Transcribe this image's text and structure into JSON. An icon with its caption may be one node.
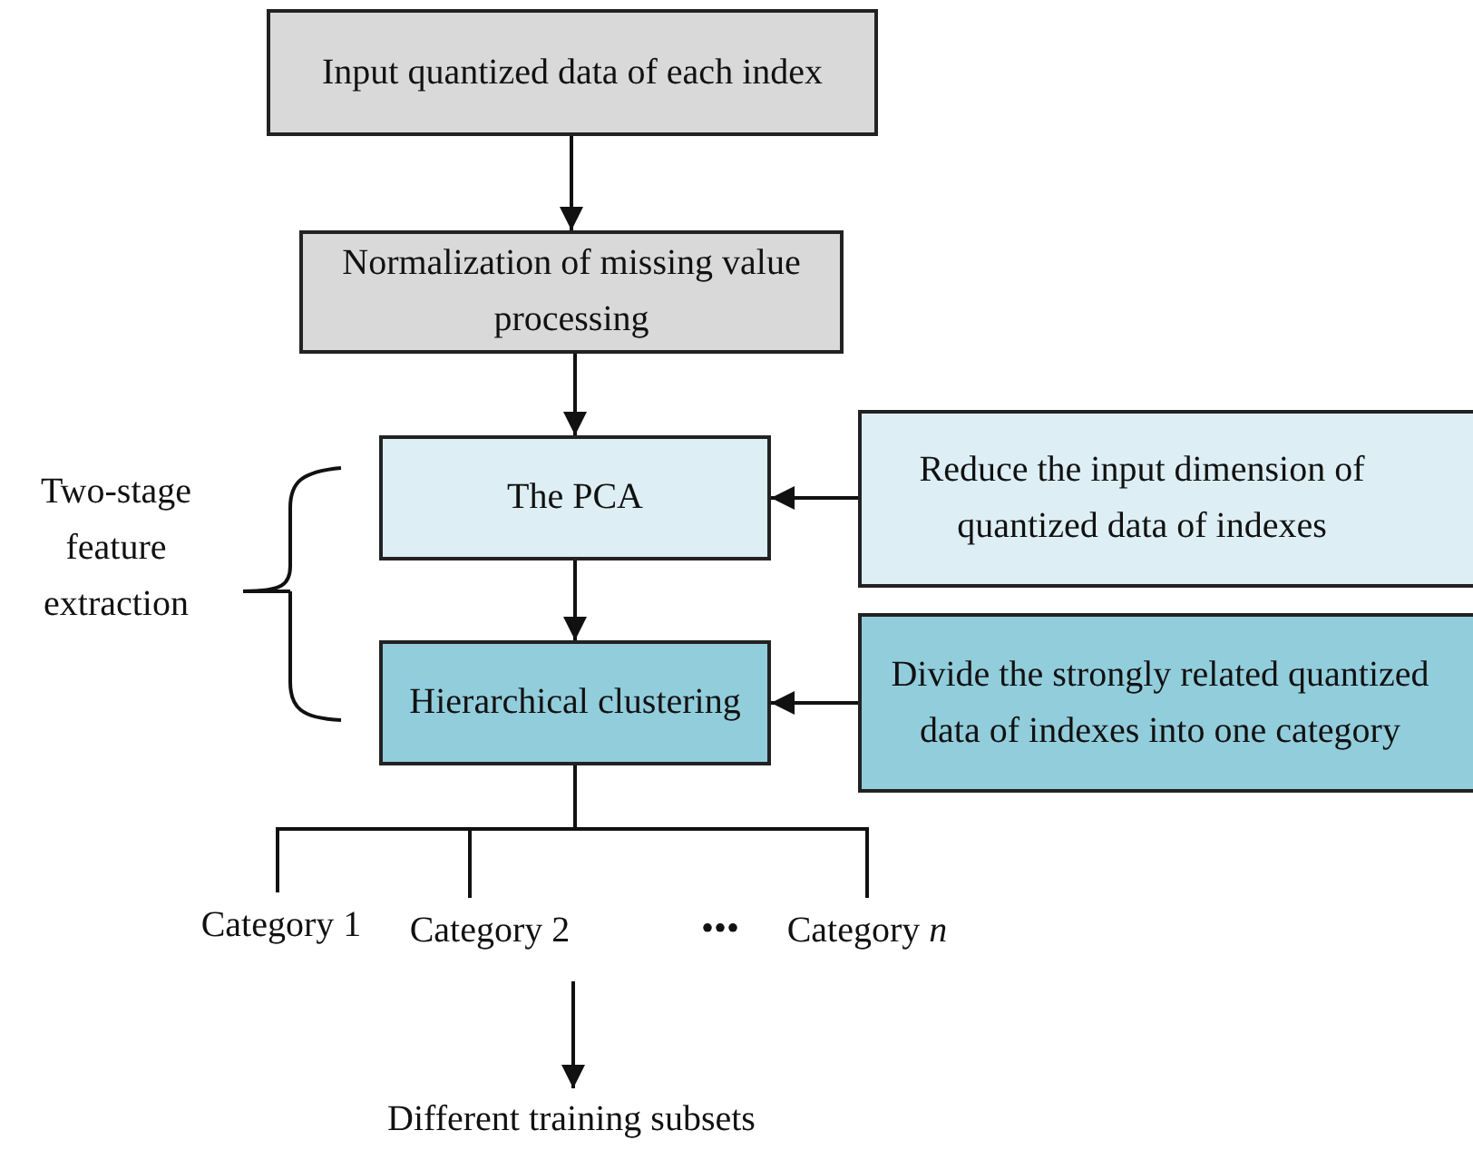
{
  "diagram": {
    "nodes": [
      {
        "text": [
          "Input quantized data of each index"
        ]
      },
      {
        "text": [
          "Normalization of missing value processing"
        ]
      },
      {
        "text": [
          "The PCA"
        ]
      },
      {
        "text": [
          "Hierarchical clustering"
        ]
      },
      {
        "text": [
          "Reduce the input dimension of quantized data of indexes"
        ]
      },
      {
        "text": [
          "Divide the strongly related quantized data of indexes into one category"
        ]
      },
      {
        "text": [
          "Category 1"
        ]
      },
      {
        "text": [
          "Category 2"
        ]
      },
      {
        "text": [
          "Category *n*"
        ]
      },
      {
        "text": [
          "Different training subsets"
        ]
      }
    ],
    "edges": [
      {
        "from": 0,
        "to": 1,
        "arrow": "to"
      },
      {
        "from": 1,
        "to": 2,
        "arrow": "to"
      },
      {
        "from": 2,
        "to": 3,
        "arrow": "to"
      },
      {
        "from": 4,
        "to": 2,
        "arrow": "to"
      },
      {
        "from": 5,
        "to": 3,
        "arrow": "to"
      },
      {
        "from": 3,
        "to": 6,
        "arrow": "none"
      },
      {
        "from": 3,
        "to": 7,
        "arrow": "none"
      },
      {
        "from": 3,
        "to": 8,
        "arrow": "none"
      },
      {
        "from": 7,
        "to": 9,
        "arrow": "to"
      }
    ],
    "labels": [
      "Two-stage feature extraction",
      "•••"
    ]
  }
}
